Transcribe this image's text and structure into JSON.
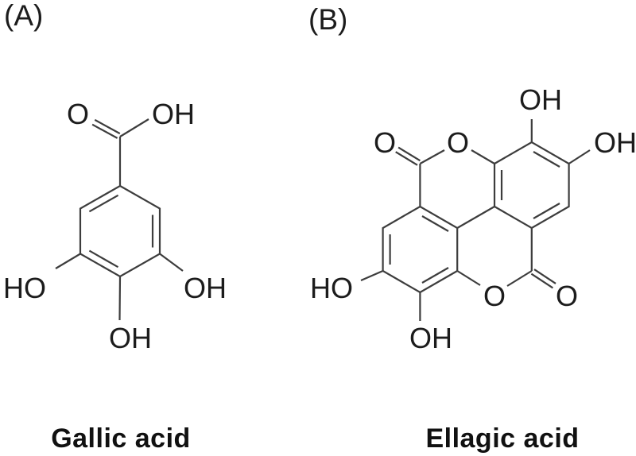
{
  "figure": {
    "background_color": "#ffffff",
    "bond_color": "#3d3d3d",
    "text_color": "#1c1c1c",
    "panels": [
      {
        "tag": "(A)",
        "caption": "Gallic acid",
        "atom_labels": {
          "carbonyl_o": "O",
          "carboxyl_oh": "OH",
          "hydroxyl_right": "OH",
          "hydroxyl_bottom": "OH",
          "hydroxyl_left": "HO"
        }
      },
      {
        "tag": "(B)",
        "caption": "Ellagic acid",
        "atom_labels": {
          "carbonyl_o_top_left": "O",
          "lactone_o_top": "O",
          "hydroxyl_top": "OH",
          "hydroxyl_right": "OH",
          "hydroxyl_left": "HO",
          "hydroxyl_bottom": "OH",
          "lactone_o_bottom": "O",
          "carbonyl_o_bottom_right": "O"
        }
      }
    ]
  }
}
